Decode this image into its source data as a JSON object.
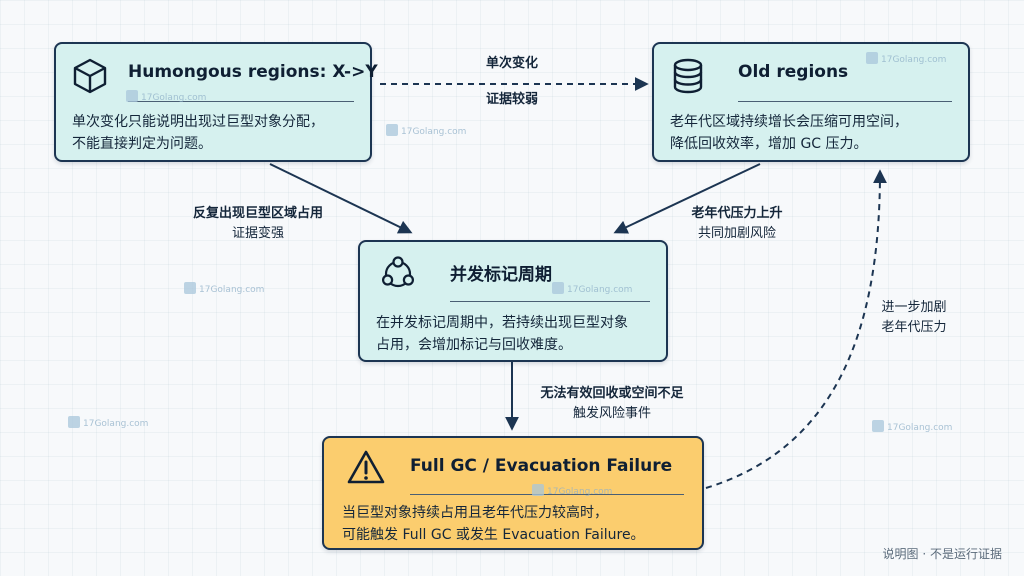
{
  "nodes": {
    "humongous": {
      "title": "Humongous regions: X->Y",
      "body_line1": "单次变化只能说明出现过巨型对象分配，",
      "body_line2": "不能直接判定为问题。",
      "icon": "cube-icon"
    },
    "old": {
      "title": "Old regions",
      "body_line1": "老年代区域持续增长会压缩可用空间，",
      "body_line2": "降低回收效率，增加 GC 压力。",
      "icon": "database-icon"
    },
    "concurrent": {
      "title": "并发标记周期",
      "body_line1": "在并发标记周期中，若持续出现巨型对象",
      "body_line2": "占用，会增加标记与回收难度。",
      "icon": "cycle-icon"
    },
    "fullgc": {
      "title": "Full GC / Evacuation Failure",
      "body_line1": "当巨型对象持续占用且老年代压力较高时，",
      "body_line2": "可能触发 Full GC 或发生 Evacuation Failure。",
      "icon": "warning-icon"
    }
  },
  "edges": {
    "humongous_to_old": {
      "top": "单次变化",
      "bottom": "证据较弱"
    },
    "humongous_to_concurrent": {
      "strong": "反复出现巨型区域占用",
      "sub": "证据变强"
    },
    "old_to_concurrent": {
      "strong": "老年代压力上升",
      "sub": "共同加剧风险"
    },
    "concurrent_to_fullgc": {
      "strong": "无法有效回收或空间不足",
      "sub": "触发风险事件"
    },
    "fullgc_to_old": {
      "line1": "进一步加剧",
      "line2": "老年代压力"
    }
  },
  "watermark": "17Golang.com",
  "footer": "说明图 · 不是运行证据",
  "colors": {
    "box_fill": "#d6f1ef",
    "warn_fill": "#fbcd6e",
    "border": "#1c3552",
    "arrow": "#1c3552"
  }
}
